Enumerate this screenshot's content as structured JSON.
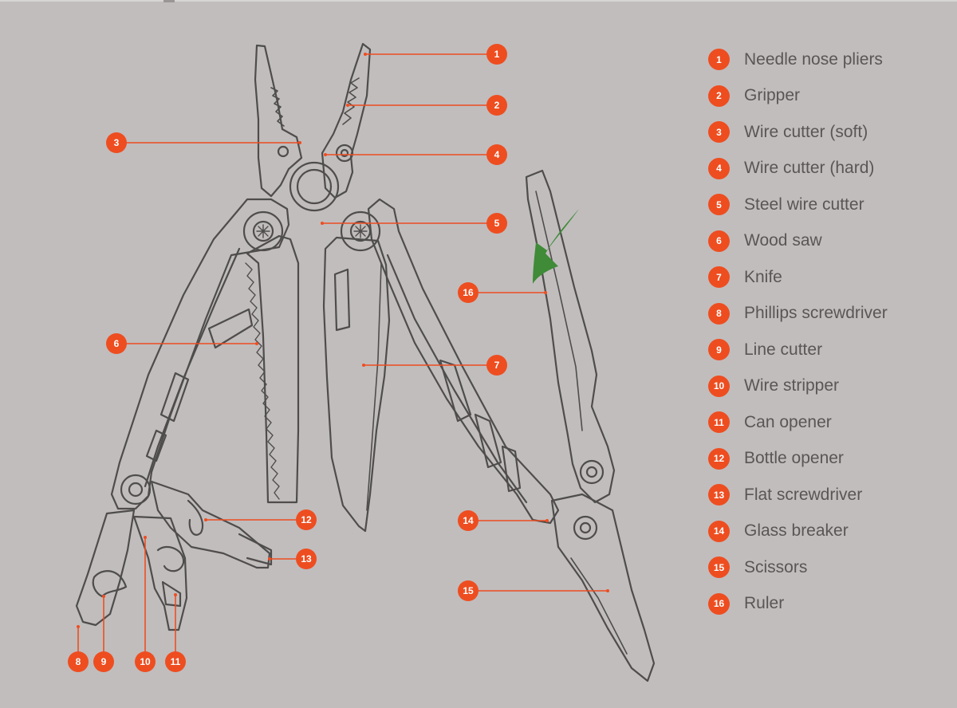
{
  "accent_color": "#ee4d20",
  "arrow_color": "#3f8b37",
  "diagram": {
    "callouts": [
      {
        "num": "1"
      },
      {
        "num": "2"
      },
      {
        "num": "3"
      },
      {
        "num": "4"
      },
      {
        "num": "5"
      },
      {
        "num": "6"
      },
      {
        "num": "7"
      },
      {
        "num": "8"
      },
      {
        "num": "9"
      },
      {
        "num": "10"
      },
      {
        "num": "11"
      },
      {
        "num": "12"
      },
      {
        "num": "13"
      },
      {
        "num": "14"
      },
      {
        "num": "15"
      },
      {
        "num": "16"
      }
    ]
  },
  "legend": {
    "items": [
      {
        "num": "1",
        "label": "Needle nose pliers"
      },
      {
        "num": "2",
        "label": "Gripper"
      },
      {
        "num": "3",
        "label": "Wire cutter (soft)"
      },
      {
        "num": "4",
        "label": "Wire cutter (hard)"
      },
      {
        "num": "5",
        "label": "Steel wire cutter"
      },
      {
        "num": "6",
        "label": "Wood saw"
      },
      {
        "num": "7",
        "label": "Knife"
      },
      {
        "num": "8",
        "label": "Phillips screwdriver"
      },
      {
        "num": "9",
        "label": "Line cutter"
      },
      {
        "num": "10",
        "label": "Wire stripper"
      },
      {
        "num": "11",
        "label": "Can opener"
      },
      {
        "num": "12",
        "label": "Bottle opener"
      },
      {
        "num": "13",
        "label": "Flat screwdriver"
      },
      {
        "num": "14",
        "label": "Glass breaker"
      },
      {
        "num": "15",
        "label": "Scissors"
      },
      {
        "num": "16",
        "label": "Ruler"
      }
    ]
  }
}
